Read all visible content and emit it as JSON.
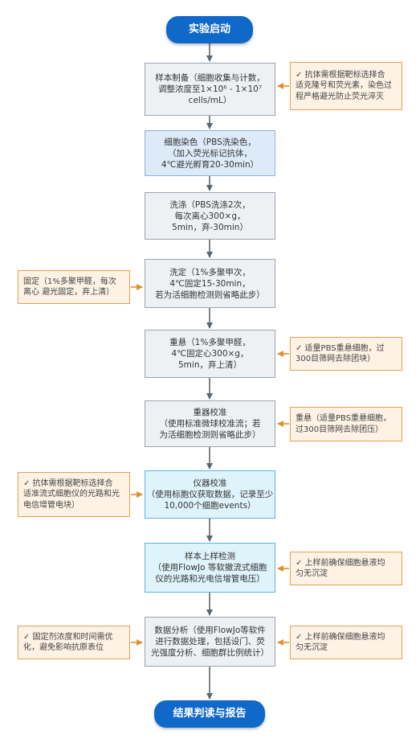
{
  "colors": {
    "terminal_fill": "#1068c9",
    "step_gray_fill": "#eef1f4",
    "step_blue_fill": "#dcebf7",
    "step_cyan_fill": "#dff3fb",
    "note_border": "#e8a050",
    "arrow": "#5c6670",
    "note_arrow": "#e0902e"
  },
  "start": "实验启动",
  "end": "结果判读与报告",
  "steps": [
    {
      "text": "样本制备（细胞收集与计数，\n调整浓度至1×10⁶ - 1×10⁷\ncells/mL）"
    },
    {
      "text": "细胞染色（PBS洗染色，\n（加入荧光标记抗体，\n4℃避光孵育20-30min）"
    },
    {
      "text": "洗涤（PBS洗涤2次，\n每次离心300×g，\n5min，弃-30min）"
    },
    {
      "text": "洗定（1%多聚甲次，\n4℃固定15-30min，\n若为活细胞检测则省略此步）"
    },
    {
      "text": "重悬（1%多聚甲醛，\n4℃固定心300×g，\n5min，弃上清）"
    },
    {
      "text": "重器校准\n（使用标准微球校准流；若\n为活细胞检测则省略此步）"
    },
    {
      "text": "仪器校准\n（使用标胞仪获取数据，记录至少\n10,000个细胞events）"
    },
    {
      "text": "样本上样检测\n（使用FlowJo 等软撤流式细胞\n仪的光路和光电信增管电压）"
    },
    {
      "text": "数据分析（使用FlowJo等软件\n进行数据处理，包括设门、荧\n光强度分析、细胞群比例统计）"
    }
  ],
  "notes": {
    "right": [
      "✓ 抗体需根据靶标选择合\n适克隆号和荧光素，染色过\n程严格避光防止荧光淬灭",
      "✓ 适量PBS重悬细胞，过\n300目筛网去除团块）",
      "重悬（适量PBS重悬细胞，\n过300目筛网去除团压）",
      "✓ 上样前确保细胞悬液均\n匀无沉淀",
      "✓ 上样前确保细胞悬液均\n匀无沉淀"
    ],
    "left": [
      "固定（1%多聚甲醛，每次\n离心 避光固定，弃上清）",
      "✓ 抗体需根据靶标选择合\n适准流式细胞仪的光路和光\n电信增管电块）",
      "✓ 固定剂浓度和时间需优\n化，避免影响抗原表位"
    ]
  }
}
